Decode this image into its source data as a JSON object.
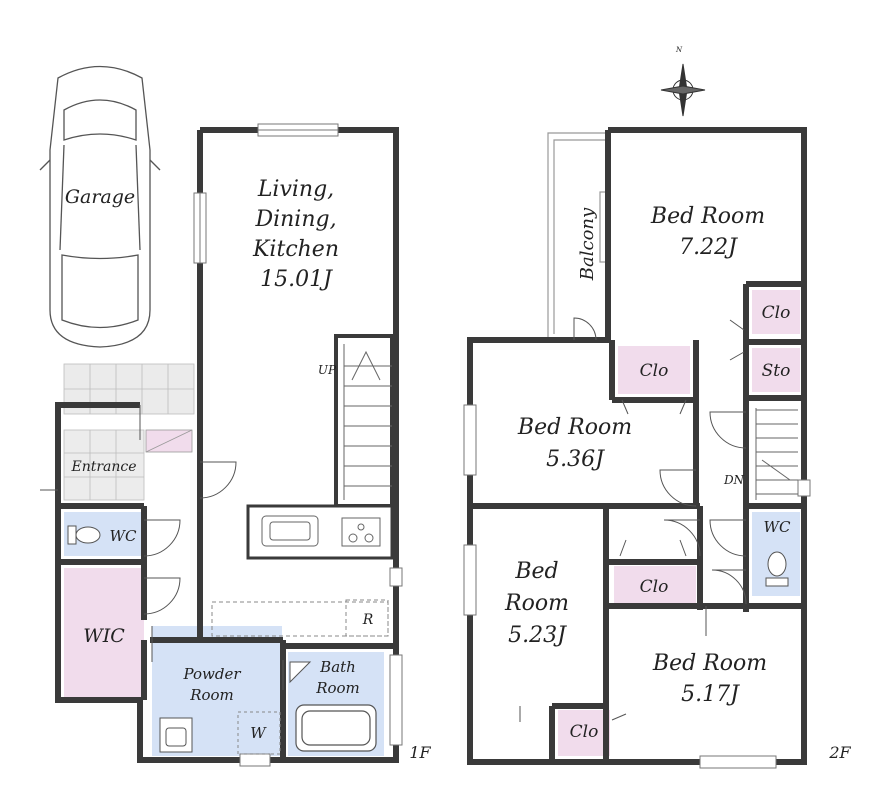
{
  "floor1": {
    "garage": "Garage",
    "ldk": [
      "Living,",
      "Dining,",
      "Kitchen",
      "15.01J"
    ],
    "up": "UP",
    "entrance": "Entrance",
    "wc": "WC",
    "wic": "WIC",
    "powder": [
      "Powder",
      "Room"
    ],
    "bath": [
      "Bath",
      "Room"
    ],
    "w": "W",
    "r": "R",
    "floor_label": "1F"
  },
  "floor2": {
    "balcony": "Balcony",
    "bed1": [
      "Bed Room",
      "7.22J"
    ],
    "clo1": "Clo",
    "sto": "Sto",
    "bed2": [
      "Bed Room",
      "5.36J"
    ],
    "clo2": "Clo",
    "dn": "DN",
    "wc": "WC",
    "bed3": [
      "Bed",
      "Room",
      "5.23J"
    ],
    "clo3": "Clo",
    "bed4": [
      "Bed Room",
      "5.17J"
    ],
    "clo4": "Clo",
    "floor_label": "2F"
  },
  "compass": {
    "north": "N"
  },
  "colors": {
    "wall": "#3a3a3a",
    "pink": "#f1dcec",
    "blue": "#d5e2f6",
    "tile": "#e8e8e8"
  }
}
